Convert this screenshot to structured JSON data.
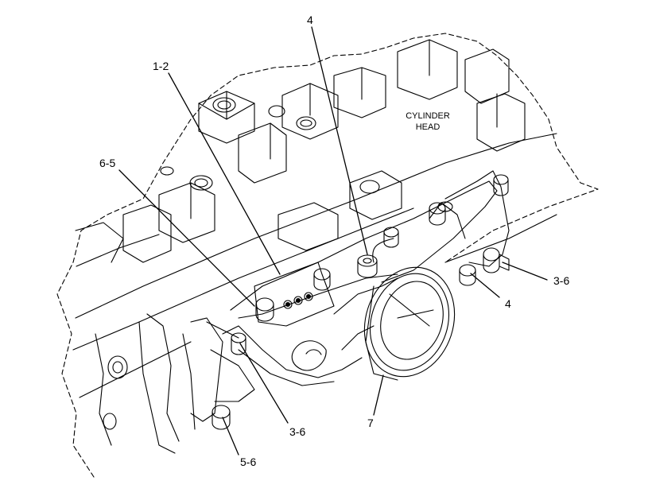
{
  "callouts": {
    "c_1_2": "1-2",
    "c_4_top": "4",
    "c_6_5": "6-5",
    "c_3_6_right": "3-6",
    "c_4_right": "4",
    "c_7": "7",
    "c_3_6_bottom": "3-6",
    "c_5_6": "5-6"
  },
  "region_label": {
    "line1": "CYLINDER",
    "line2": "HEAD"
  },
  "colors": {
    "line": "#000000",
    "background": "#ffffff"
  }
}
